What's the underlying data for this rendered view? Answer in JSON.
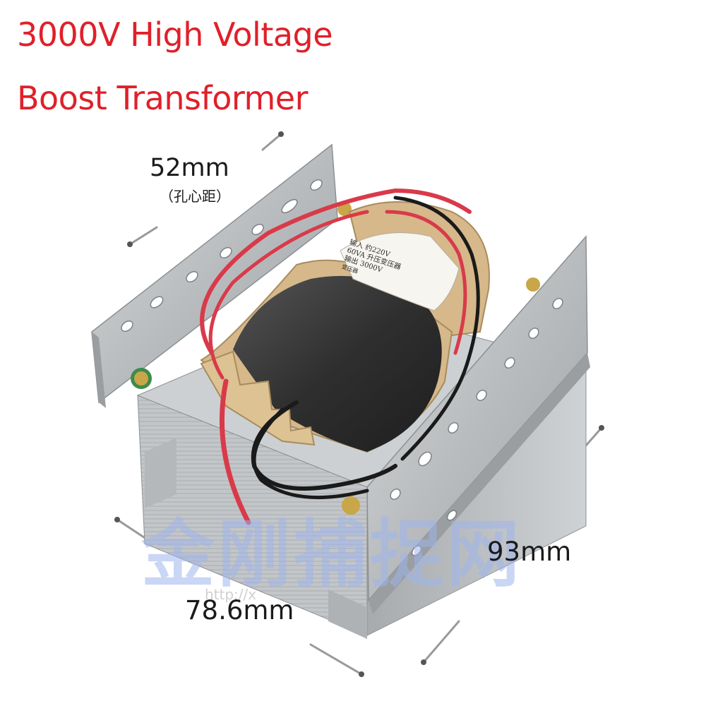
{
  "title": {
    "line1": "3000V High Voltage",
    "line2": "Boost Transformer",
    "color": "#e0202a"
  },
  "dimensions": {
    "hole_spacing": "52mm",
    "hole_spacing_note": "（孔心距）",
    "height": "93mm",
    "length": "78.6mm"
  },
  "nameplate": {
    "line1": "输入 约220V",
    "line2": "60VA 升压变压器",
    "line3": "输出 3000V",
    "line4": "变压器"
  },
  "watermark": {
    "text": "金刚捕捉网",
    "url": "http://x"
  },
  "colors": {
    "wire_red": "#d93a4a",
    "wire_black": "#1a1a1a",
    "steel": "#bfc2c4",
    "coil_tape": "#3a3a3a",
    "bobbin": "#d6b88a"
  }
}
